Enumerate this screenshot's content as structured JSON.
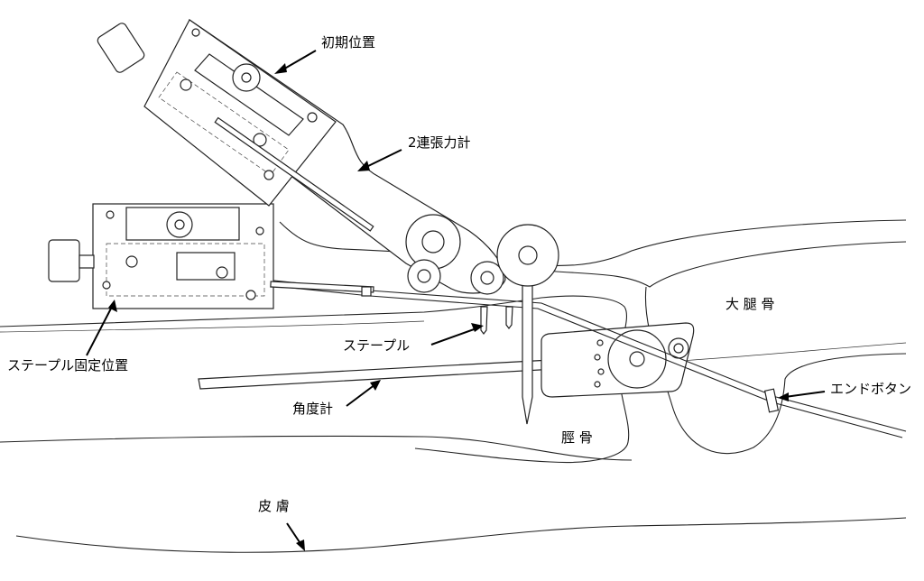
{
  "labels": {
    "initial_position": "初期位置",
    "double_tensiometer": "2連張力計",
    "staple_fixed_position": "ステープル固定位置",
    "staple": "ステープル",
    "goniometer": "角度計",
    "femur": "大 腿 骨",
    "tibia": "脛 骨",
    "end_button": "エンドボタン",
    "skin": "皮 膚"
  }
}
